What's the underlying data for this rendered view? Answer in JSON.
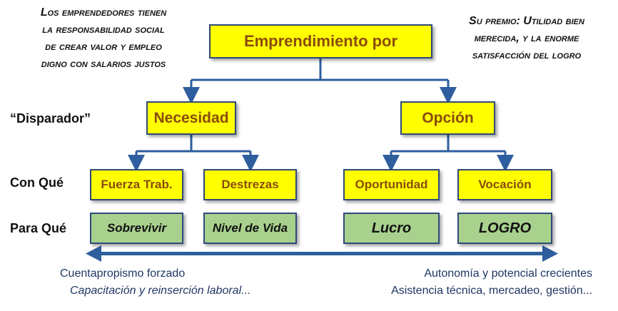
{
  "notes": {
    "left": [
      "Los emprendedores tienen",
      "la responsabilidad social",
      "de crear valor y empleo",
      "digno con salarios justos"
    ],
    "right": [
      "Su premio: Utilidad bien",
      "merecida, y la enorme",
      "satisfacción del logro"
    ]
  },
  "root": {
    "label": "Emprendimiento por"
  },
  "row_labels": {
    "trigger": "“Disparador”",
    "with_what": "Con Qué",
    "for_what": "Para Qué"
  },
  "branches": {
    "necesidad": {
      "label": "Necesidad"
    },
    "opcion": {
      "label": "Opción"
    }
  },
  "con_que": [
    "Fuerza Trab.",
    "Destrezas",
    "Oportunidad",
    "Vocación"
  ],
  "para_que": [
    "Sobrevivir",
    "Nivel de Vida",
    "Lucro",
    "LOGRO"
  ],
  "bottom_left": [
    "Cuentapropismo forzado",
    "Capacitación y reinserción laboral..."
  ],
  "bottom_right": [
    "Autonomía y potencial crecientes",
    "Asistencia técnica, mercadeo, gestión..."
  ],
  "colors": {
    "connector": "#2e5e9e",
    "yellow_box": "#ffff00",
    "green_box": "#a9d18e",
    "yellow_text": "#8a4b0c",
    "border": "#2e4a7a"
  }
}
